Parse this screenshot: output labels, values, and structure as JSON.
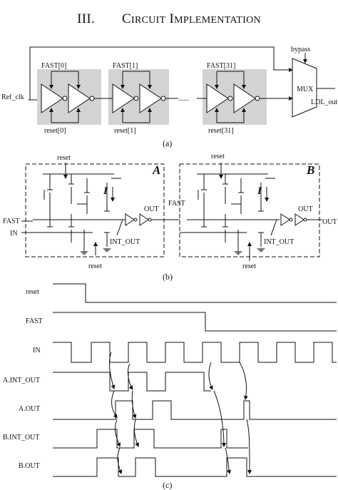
{
  "section": {
    "number": "III.",
    "title": "Circuit Implementation"
  },
  "figure_a": {
    "input": "Ref_clk",
    "stages": [
      {
        "fast": "FAST[0]",
        "reset": "reset[0]"
      },
      {
        "fast": "FAST[1]",
        "reset": "reset[1]"
      },
      {
        "fast": "FAST[31]",
        "reset": "reset[31]"
      }
    ],
    "ellipsis": "......",
    "bypass": "bypass",
    "mux": "MUX",
    "output": "LDL_out",
    "caption": "(a)"
  },
  "figure_b": {
    "cells": [
      {
        "name": "A",
        "reset_top": "reset",
        "reset_bottom": "reset",
        "current": "I",
        "in_fast": "FAST",
        "in_in": "IN",
        "int_out": "INT_OUT",
        "out": "OUT"
      },
      {
        "name": "B",
        "reset_top": "reset",
        "reset_bottom": "reset",
        "current": "I",
        "in_fast": "FAST",
        "int_out": "INT_OUT",
        "out": "OUT",
        "out_ext": "OUT"
      }
    ],
    "caption": "(b)"
  },
  "figure_c": {
    "signals": [
      "reset",
      "FAST",
      "IN",
      "A.INT_OUT",
      "A.OUT",
      "B.INT_OUT",
      "B.OUT"
    ],
    "caption": "(c)"
  }
}
